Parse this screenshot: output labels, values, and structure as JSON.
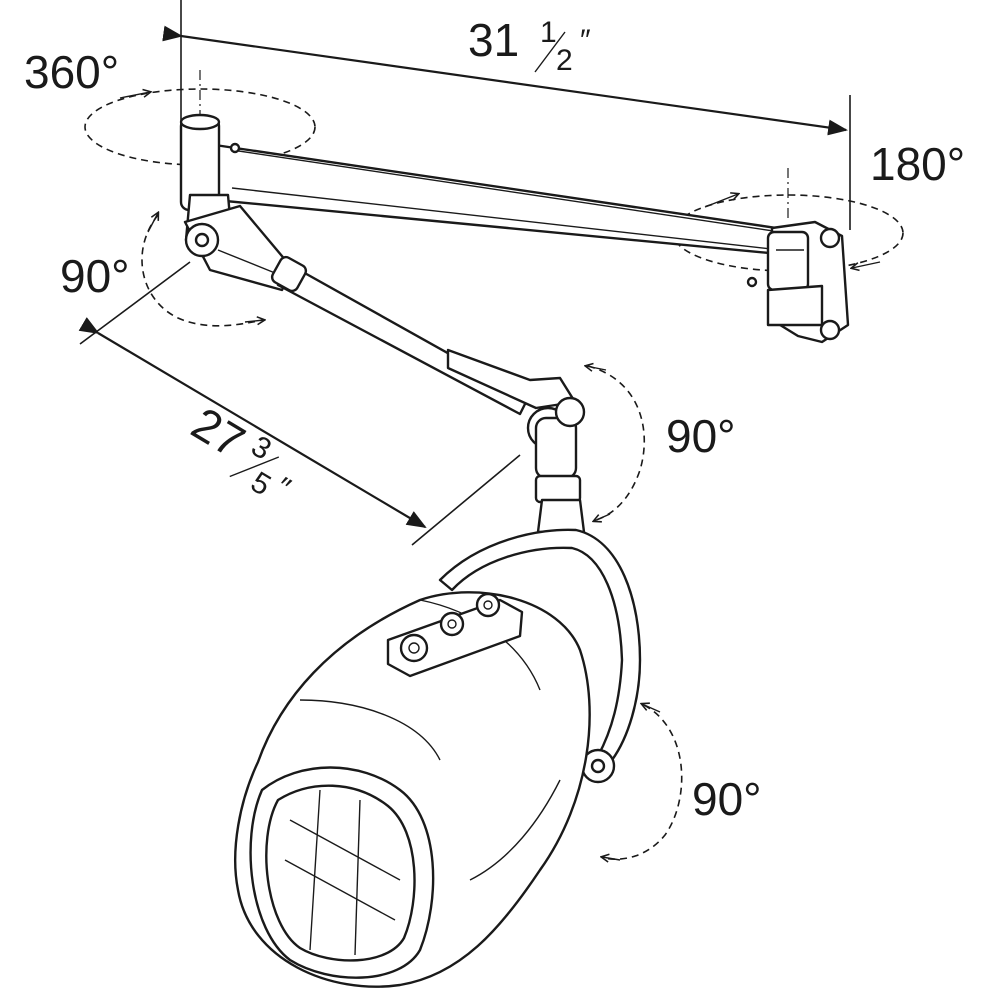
{
  "dimensions": {
    "width_whole": "31",
    "width_num": "1",
    "width_den": "2",
    "width_mark": "″",
    "depth_whole": "27",
    "depth_num": "3",
    "depth_den": "5",
    "depth_mark": "″"
  },
  "rotations": {
    "base_swivel": "360°",
    "wall_mount": "180°",
    "elbow": "90°",
    "head_joint": "90°",
    "hood_tilt": "90°"
  }
}
